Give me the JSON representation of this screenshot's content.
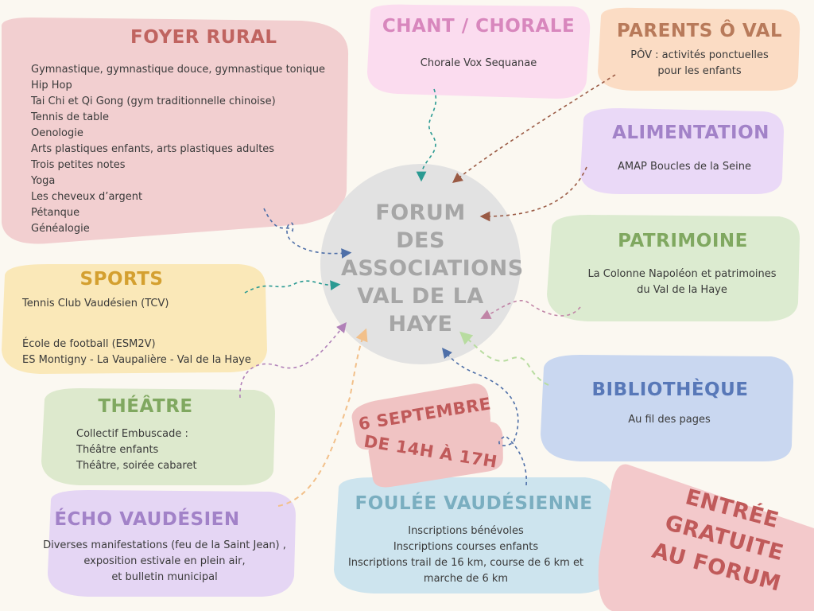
{
  "center": {
    "line1": "FORUM",
    "line2": "DES",
    "line3": "ASSOCIATIONS",
    "line4": "VAL DE LA",
    "line5": "HAYE"
  },
  "foyer": {
    "title": "FOYER RURAL",
    "items": [
      "Gymnastique, gymnastique douce, gymnastique tonique",
      "Hip Hop",
      "Tai Chi et Qi Gong (gym traditionnelle chinoise)",
      "Tennis de table",
      "Oenologie",
      "Arts plastiques enfants, arts plastiques adultes",
      "Trois petites notes",
      "Yoga",
      "Les cheveux d’argent",
      "Pétanque",
      "Généalogie"
    ]
  },
  "chant": {
    "title": "CHANT / CHORALE",
    "text": "Chorale Vox Sequanae"
  },
  "parents": {
    "title": "PARENTS Ô VAL",
    "line1": "PÔV : activités ponctuelles",
    "line2": "pour les enfants"
  },
  "alimentation": {
    "title": "ALIMENTATION",
    "text": "AMAP Boucles de la Seine"
  },
  "patrimoine": {
    "title": "PATRIMOINE",
    "line1": "La Colonne Napoléon et patrimoines",
    "line2": "du Val de la Haye"
  },
  "sports": {
    "title": "SPORTS",
    "line1": "Tennis Club Vaudésien (TCV)",
    "line2": "École de football (ESM2V)",
    "line3": "ES Montigny - La Vaupalière - Val de la Haye"
  },
  "theatre": {
    "title": "THÉÂTRE",
    "line1": "Collectif Embuscade :",
    "line2": "Théâtre enfants",
    "line3": "Théâtre, soirée cabaret"
  },
  "bibliotheque": {
    "title": "BIBLIOTHÈQUE",
    "text": "Au fil des pages"
  },
  "date": {
    "line1": "6 SEPTEMBRE",
    "line2": "DE 14H À 17H"
  },
  "echo": {
    "title": "ÉCHO VAUDÉSIEN",
    "line1": "Diverses manifestations (feu de la Saint Jean) ,",
    "line2": "exposition estivale en plein air,",
    "line3": "et bulletin municipal"
  },
  "foulee": {
    "title": "FOULÉE VAUDÉSIENNE",
    "line1": "Inscriptions bénévoles",
    "line2": "Inscriptions courses enfants",
    "line3": "Inscriptions trail de 16 km, course de 6 km et",
    "line4": "marche de 6 km"
  },
  "entree": {
    "line1": "ENTRÉE",
    "line2": "GRATUITE",
    "line3": "AU FORUM"
  },
  "colors": {
    "background": "#fbf8f1",
    "foyer": "#f2cfd0",
    "chant": "#fbdcef",
    "parents": "#fbdcc4",
    "alimentation": "#ead9f7",
    "patrimoine": "#dcebd0",
    "sports": "#fae8b8",
    "theatre": "#dde9cd",
    "bibliotheque": "#c9d7f0",
    "date": "#f0c3c3",
    "echo": "#e5d6f4",
    "foulee": "#cde4ee",
    "entree": "#f3c9cb",
    "center": "#e2e2e2"
  }
}
